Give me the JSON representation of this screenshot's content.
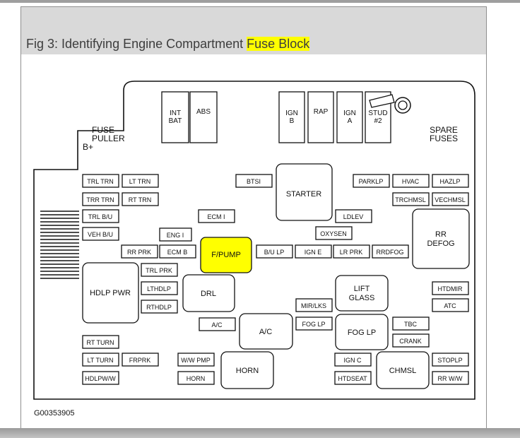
{
  "caption": {
    "text": "Fig 3: Identifying Engine Compartment ",
    "highlight": "Fuse Block",
    "highlight_color": "#ffff00"
  },
  "figure_id": "G00353905",
  "labels": {
    "fuse_puller_1": "FUSE",
    "fuse_puller_2": "PULLER",
    "b_plus": "B+",
    "spare_fuses_1": "SPARE",
    "spare_fuses_2": "FUSES"
  },
  "components": {
    "int_bat_1": "INT",
    "int_bat_2": "BAT",
    "abs": "ABS",
    "ign_b_1": "IGN",
    "ign_b_2": "B",
    "rap": "RAP",
    "ign_a_1": "IGN",
    "ign_a_2": "A",
    "stud2_1": "STUD",
    "stud2_2": "#2",
    "trl_trn": "TRL TRN",
    "lt_trn": "LT TRN",
    "trr_trn": "TRR TRN",
    "rt_trn": "RT TRN",
    "trl_bu": "TRL B/U",
    "veh_bu": "VEH B/U",
    "btsi": "BTSI",
    "starter": "STARTER",
    "parklp": "PARKLP",
    "hvac": "HVAC",
    "hazlp": "HAZLP",
    "trchmsl": "TRCHMSL",
    "vechmsl": "VECHMSL",
    "ecm1": "ECM I",
    "ldlev": "LDLEV",
    "oxysen": "OXYSEN",
    "eng1": "ENG I",
    "rr_defog_1": "RR",
    "rr_defog_2": "DEFOG",
    "rr_prk": "RR PRK",
    "ecm_b": "ECM B",
    "fpump": "F/PUMP",
    "bu_lp": "B/U LP",
    "ign_e": "IGN E",
    "lr_prk": "LR PRK",
    "rrdfog": "RRDFOG",
    "hdlp_pwr": "HDLP PWR",
    "trl_prk": "TRL PRK",
    "lthdlp": "LTHDLP",
    "rthdlp": "RTHDLP",
    "drl": "DRL",
    "lift_glass_1": "LIFT",
    "lift_glass_2": "GLASS",
    "htdmir": "HTDMIR",
    "atc": "ATC",
    "mir_lks": "MIR/LKS",
    "ac_fuse": "A/C",
    "ac_relay": "A/C",
    "fog_lp_fuse": "FOG LP",
    "fog_lp_relay": "FOG LP",
    "tbc": "TBC",
    "crank": "CRANK",
    "rt_turn": "RT TURN",
    "lt_turn": "LT TURN",
    "frprk": "FRPRK",
    "hdlpww": "HDLPW/W",
    "ww_pmp": "W/W PMP",
    "horn_fuse": "HORN",
    "horn_relay": "HORN",
    "ign_c": "IGN C",
    "htdseat": "HTDSEAT",
    "chmsl": "CHMSL",
    "stoplp": "STOPLP",
    "rr_ww": "RR W/W"
  },
  "colors": {
    "highlight": "#ffff00",
    "caption_bg": "#d9d9d9"
  }
}
